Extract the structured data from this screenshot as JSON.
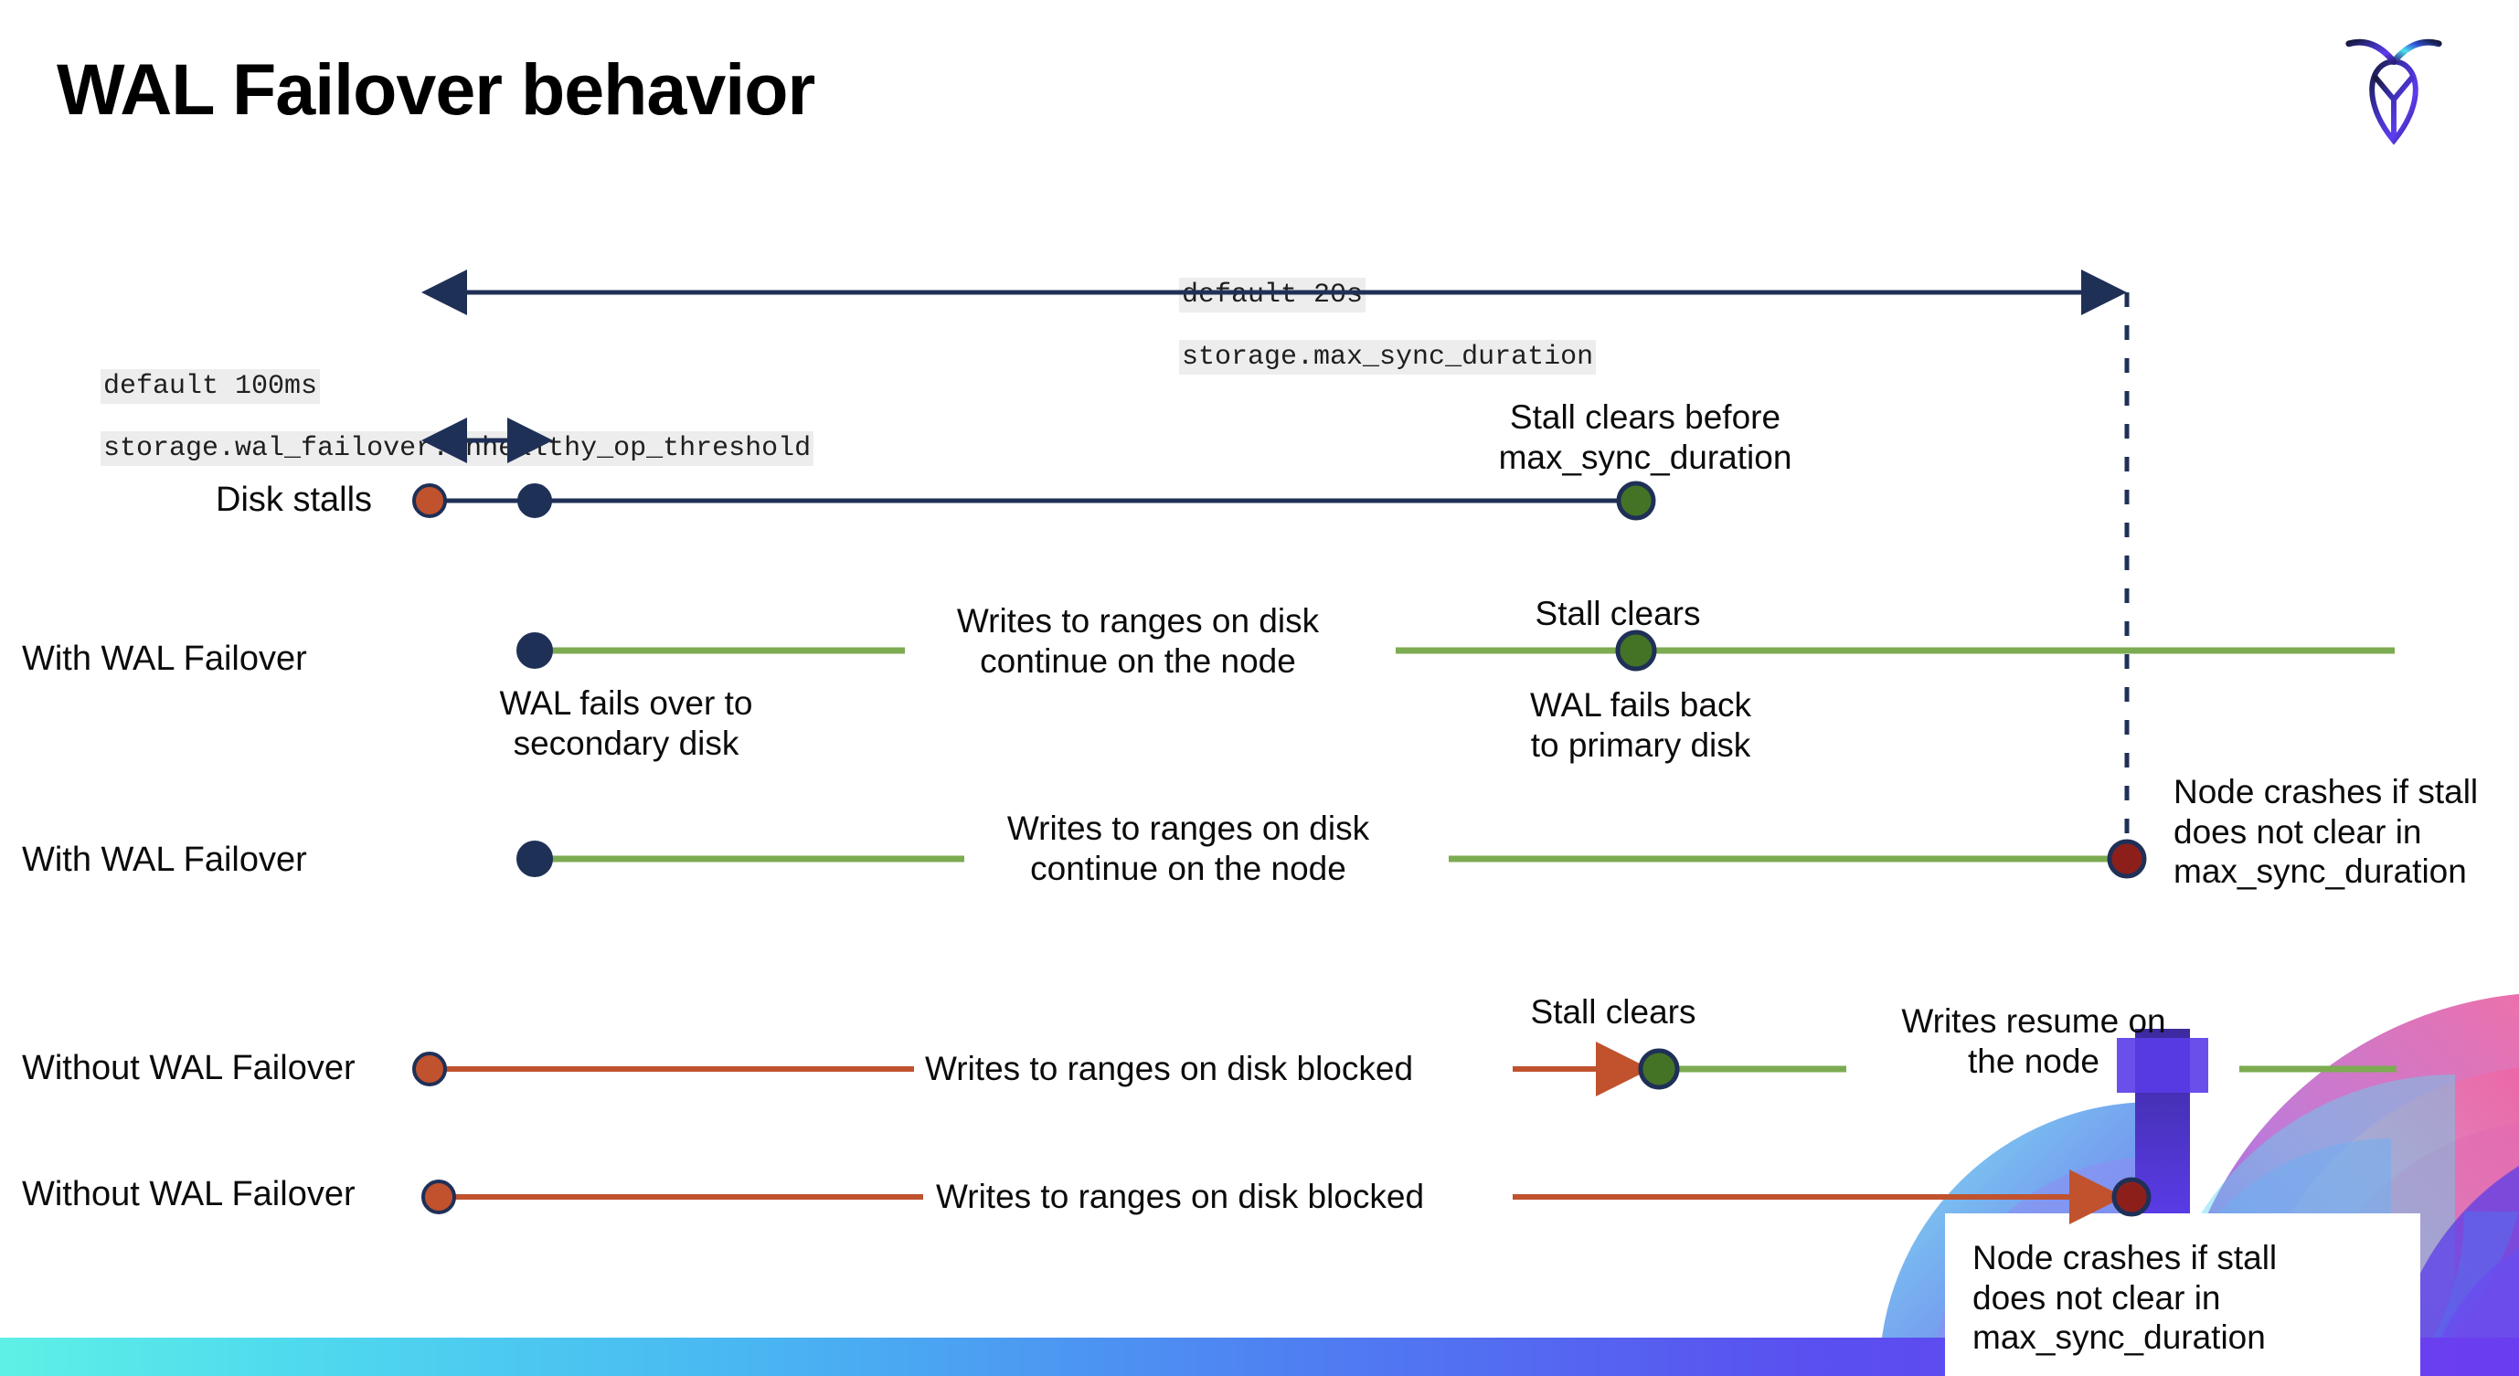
{
  "slide": {
    "title": "WAL Failover behavior",
    "logo_name": "cockroachdb-logo"
  },
  "annotations": {
    "max_sync": {
      "line1": "default 20s",
      "line2": "storage.max_sync_duration"
    },
    "unhealthy": {
      "line1": "default 100ms",
      "line2": "storage.wal_failover.unhealthy_op_threshold"
    }
  },
  "rows": [
    {
      "label": "Disk stalls",
      "above_note": "Stall clears before\nmax_sync_duration"
    },
    {
      "label": "With WAL Failover",
      "below_start_note": "WAL fails over to\nsecondary disk",
      "mid_note": "Writes to ranges on disk\ncontinue on the node",
      "above_note": "Stall clears",
      "below_note": "WAL fails  back\nto primary disk"
    },
    {
      "label": "With WAL Failover",
      "mid_note": "Writes to ranges on disk\ncontinue on the node",
      "right_note": "Node crashes if stall\ndoes not clear in\nmax_sync_duration"
    },
    {
      "label": "Without WAL Failover",
      "mid_note": "Writes to ranges on disk  blocked",
      "above_note": "Stall clears",
      "right_note": "Writes resume on\nthe node"
    },
    {
      "label": "Without WAL Failover",
      "mid_note": "Writes to ranges on disk  blocked",
      "right_note": "Node crashes if stall\ndoes not clear in\nmax_sync_duration"
    }
  ],
  "colors": {
    "navy": "#1f3057",
    "orange": "#c0522e",
    "green_line": "#7ba košice",
    "green_dot": "#457326",
    "red_dot": "#8d1f1b",
    "code_bg": "#ededed"
  }
}
